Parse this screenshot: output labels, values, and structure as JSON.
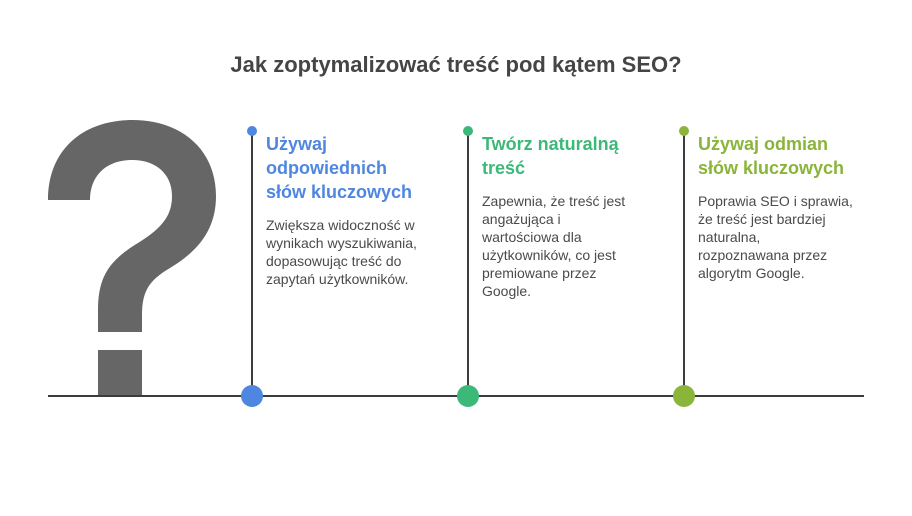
{
  "title": "Jak zoptymalizować treść pod kątem SEO?",
  "icon": "question-mark-icon",
  "items": [
    {
      "heading": "Używaj odpowiednich słów kluczowych",
      "heading_lines": [
        "Używaj",
        "odpowiednich",
        "słów kluczowych"
      ],
      "desc_lines": [
        "Zwiększa widoczność w",
        "wynikach wyszukiwania,",
        "dopasowując treść do",
        "zapytań użytkowników."
      ],
      "color": "#4f86e0"
    },
    {
      "heading": "Twórz naturalną treść",
      "heading_lines": [
        "Twórz naturalną",
        "treść"
      ],
      "desc_lines": [
        "Zapewnia, że treść jest",
        "angażująca i",
        "wartościowa dla",
        "użytkowników, co jest",
        "premiowane przez",
        "Google."
      ],
      "color": "#3cb878"
    },
    {
      "heading": "Używaj odmian słów kluczowych",
      "heading_lines": [
        "Używaj odmian",
        "słów kluczowych"
      ],
      "desc_lines": [
        "Poprawia SEO i sprawia,",
        "że treść jest bardziej",
        "naturalna,",
        "rozpoznawana przez",
        "algorytm Google."
      ],
      "color": "#8ab43a"
    }
  ]
}
